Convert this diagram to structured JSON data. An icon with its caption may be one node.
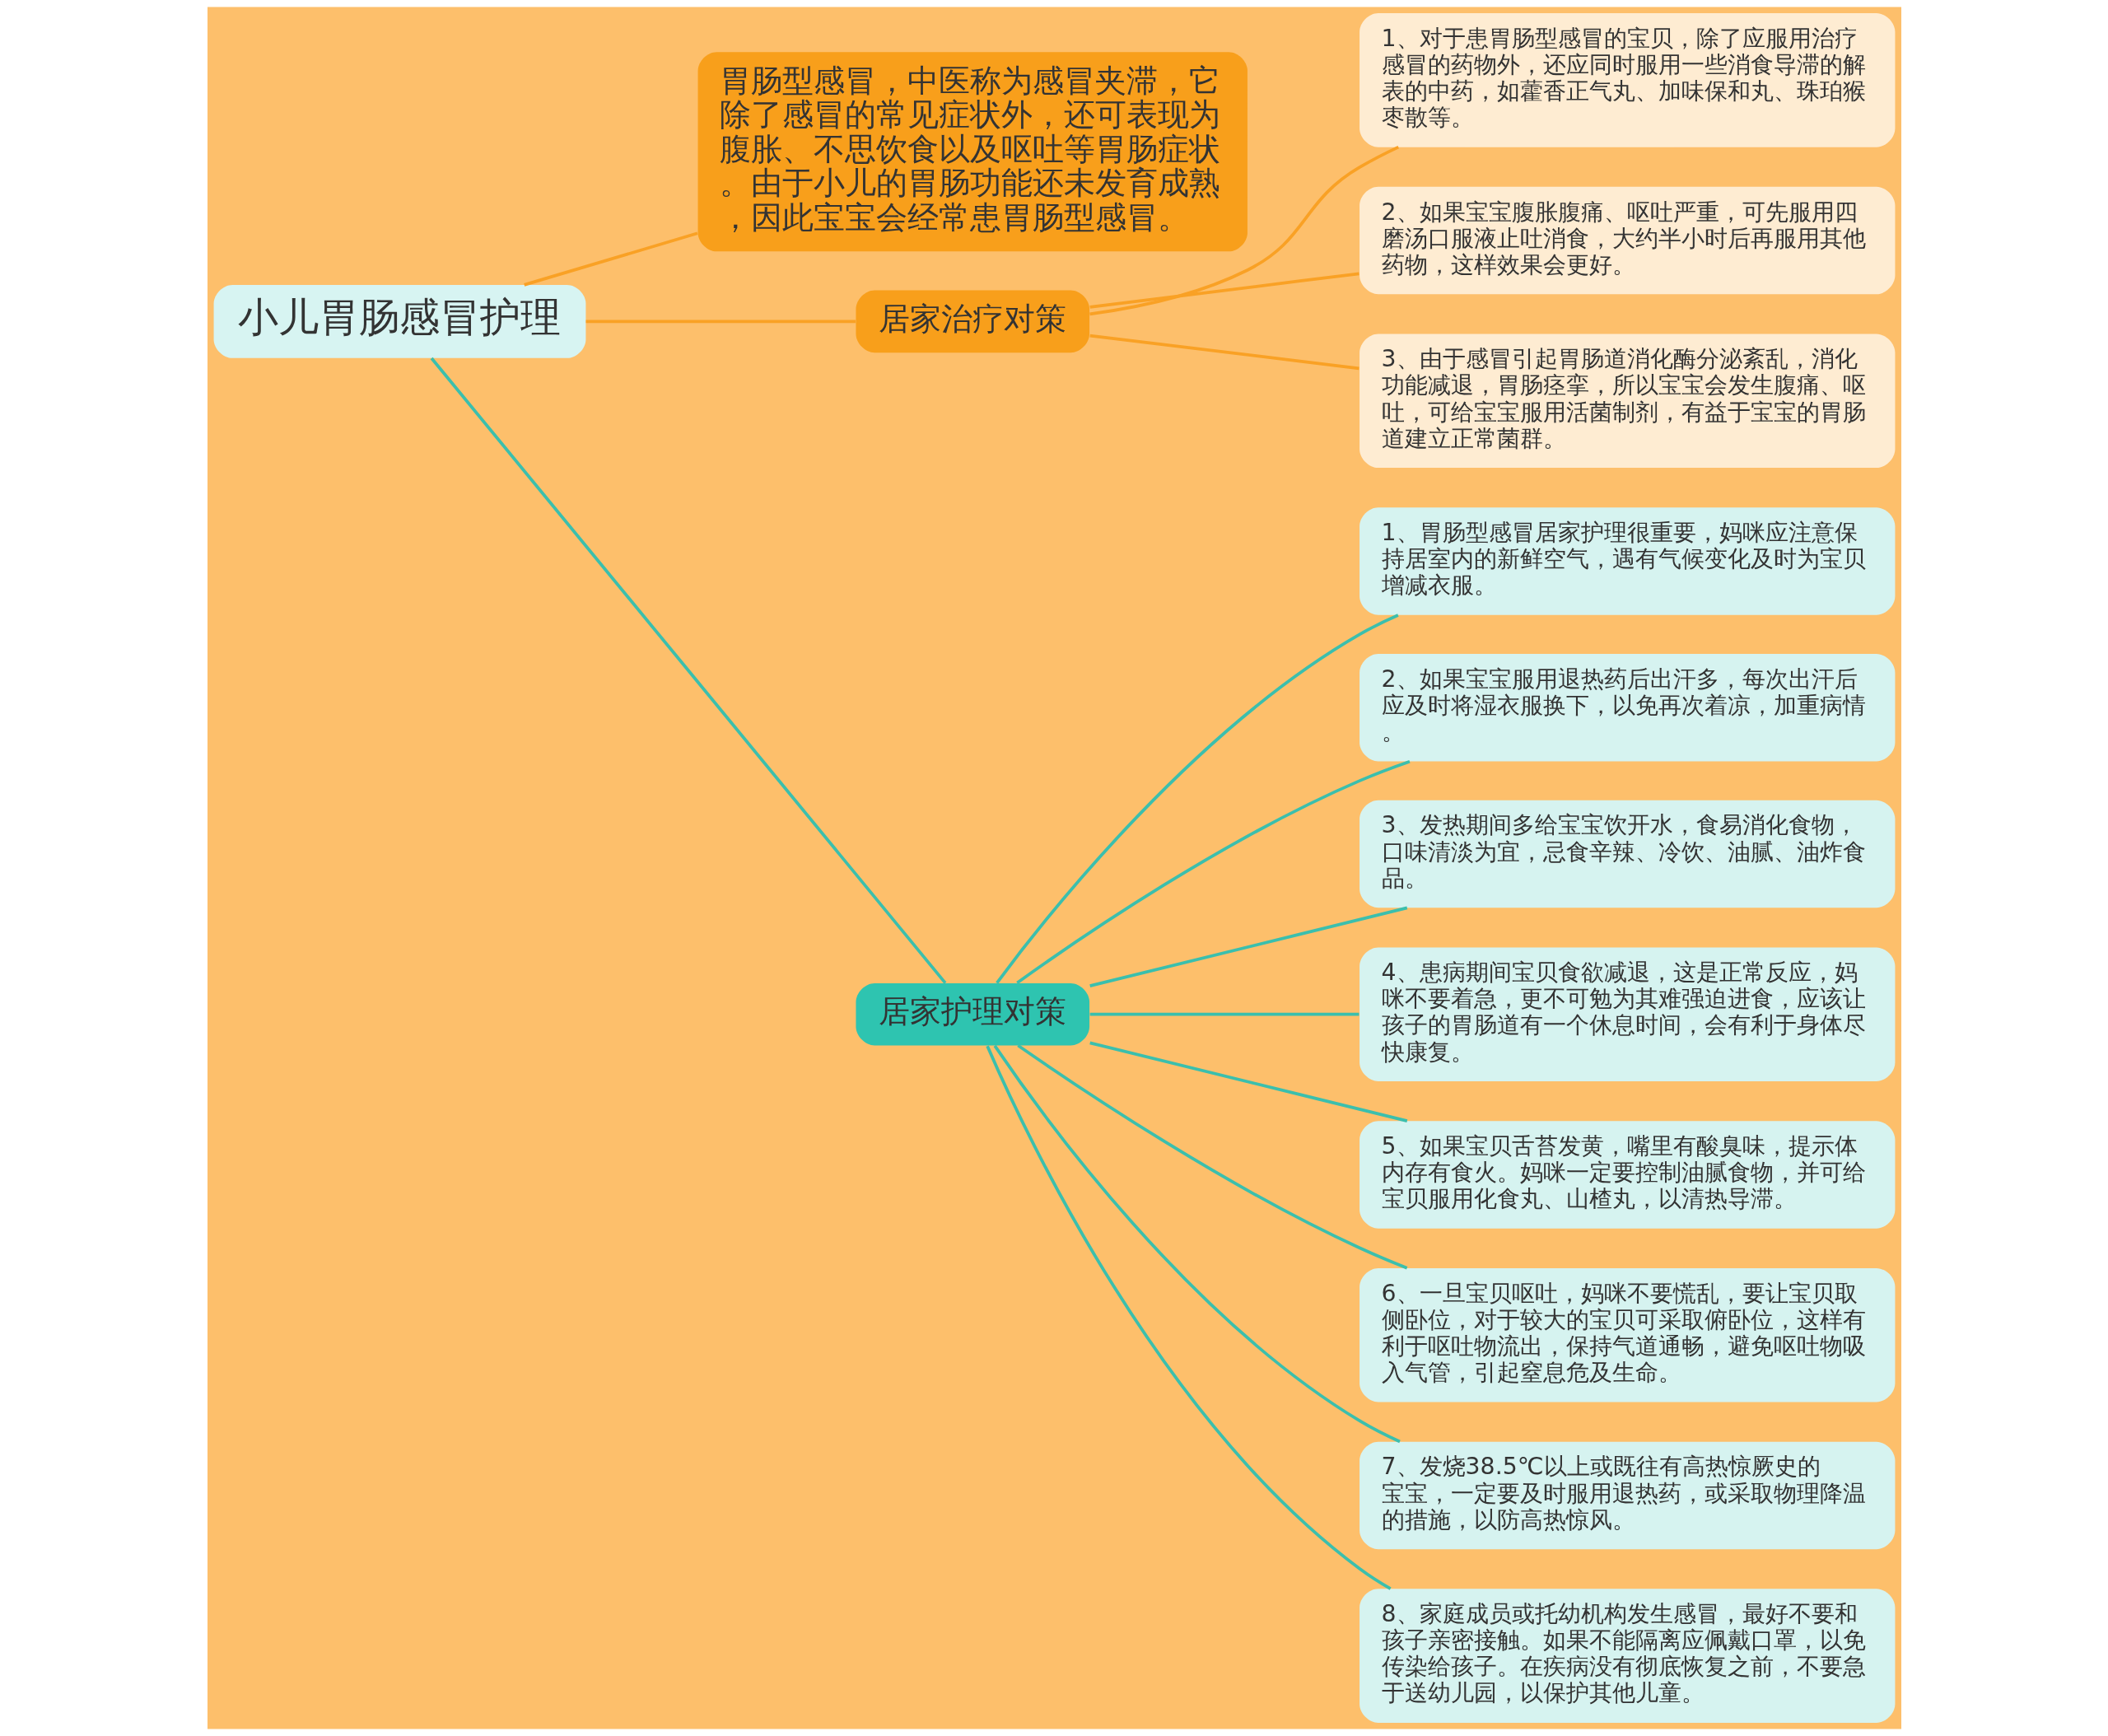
{
  "diagram": {
    "nodes": [
      {
        "text": [
          "小儿胃肠感冒护理"
        ]
      },
      {
        "text": [
          "胃肠型感冒，中医称为感冒夹滞，它除了感冒的常见症状外，还可表现为腹胀、不思饮食以及呕吐等胃肠症状。由于小儿的胃肠功能还未发育成熟，因此宝宝会经常患胃肠型感冒。"
        ]
      },
      {
        "text": [
          "居家治疗对策"
        ]
      },
      {
        "text": [
          "1、对于患胃肠型感冒的宝贝，除了应服用治疗感冒的药物外，还应同时服用一些消食导滞的解表的中药，如藿香正气丸、加味保和丸、珠珀猴枣散等。"
        ]
      },
      {
        "text": [
          "2、如果宝宝腹胀腹痛、呕吐严重，可先服用四磨汤口服液止吐消食，大约半小时后再服用其他药物，这样效果会更好。"
        ]
      },
      {
        "text": [
          "3、由于感冒引起胃肠道消化酶分泌紊乱，消化功能减退，胃肠痉挛，所以宝宝会发生腹痛、呕吐，可给宝宝服用活菌制剂，有益于宝宝的胃肠道建立正常菌群。"
        ]
      },
      {
        "text": [
          "居家护理对策"
        ]
      },
      {
        "text": [
          "1、胃肠型感冒居家护理很重要，妈咪应注意保持居室内的新鲜空气，遇有气候变化及时为宝贝增减衣服。"
        ]
      },
      {
        "text": [
          "2、如果宝宝服用退热药后出汗多，每次出汗后应及时将湿衣服换下，以免再次着凉，加重病情。"
        ]
      },
      {
        "text": [
          "3、发热期间多给宝宝饮开水，食易消化食物，口味清淡为宜，忌食辛辣、冷饮、油腻、油炸食品。"
        ]
      },
      {
        "text": [
          "4、患病期间宝贝食欲减退，这是正常反应，妈咪不要着急，更不可勉为其难强迫进食，应该让孩子的胃肠道有一个休息时间，会有利于身体尽快康复。"
        ]
      },
      {
        "text": [
          "5、如果宝贝舌苔发黄，嘴里有酸臭味，提示体内存有食火。妈咪一定要控制油腻食物，并可给宝贝服用化食丸、山楂丸，以清热导滞。"
        ]
      },
      {
        "text": [
          "6、一旦宝贝呕吐，妈咪不要慌乱，要让宝贝取侧卧位，对于较大的宝贝可采取俯卧位，这样有利于呕吐物流出，保持气道通畅，避免呕吐物吸入气管，引起窒息危及生命。"
        ]
      },
      {
        "text": [
          "7、发烧38.5℃以上或既往有高热惊厥史的宝宝，一定要及时服用退热药，或采取物理降温的措施，以防高热惊风。"
        ]
      },
      {
        "text": [
          "8、家庭成员或托幼机构发生感冒，最好不要和孩子亲密接触。如果不能隔离应佩戴口罩，以免传染给孩子。在疾病没有彻底恢复之前，不要急于送幼儿园，以保护其他儿童。"
        ]
      }
    ],
    "edges": [
      {
        "from": 0,
        "to": 1,
        "arrow": "none",
        "color": "#f9a125"
      },
      {
        "from": 0,
        "to": 2,
        "arrow": "none",
        "color": "#f9a125"
      },
      {
        "from": 2,
        "to": 3,
        "arrow": "none",
        "color": "#f9a125"
      },
      {
        "from": 2,
        "to": 4,
        "arrow": "none",
        "color": "#f9a125"
      },
      {
        "from": 2,
        "to": 5,
        "arrow": "none",
        "color": "#f9a125"
      },
      {
        "from": 0,
        "to": 6,
        "arrow": "none"
      },
      {
        "from": 6,
        "to": 7,
        "arrow": "none"
      },
      {
        "from": 6,
        "to": 8,
        "arrow": "none"
      },
      {
        "from": 6,
        "to": 9,
        "arrow": "none"
      },
      {
        "from": 6,
        "to": 10,
        "arrow": "none"
      },
      {
        "from": 6,
        "to": 11,
        "arrow": "none"
      },
      {
        "from": 6,
        "to": 12,
        "arrow": "none"
      },
      {
        "from": 6,
        "to": 13,
        "arrow": "none"
      },
      {
        "from": 6,
        "to": 14,
        "arrow": "none"
      }
    ]
  }
}
